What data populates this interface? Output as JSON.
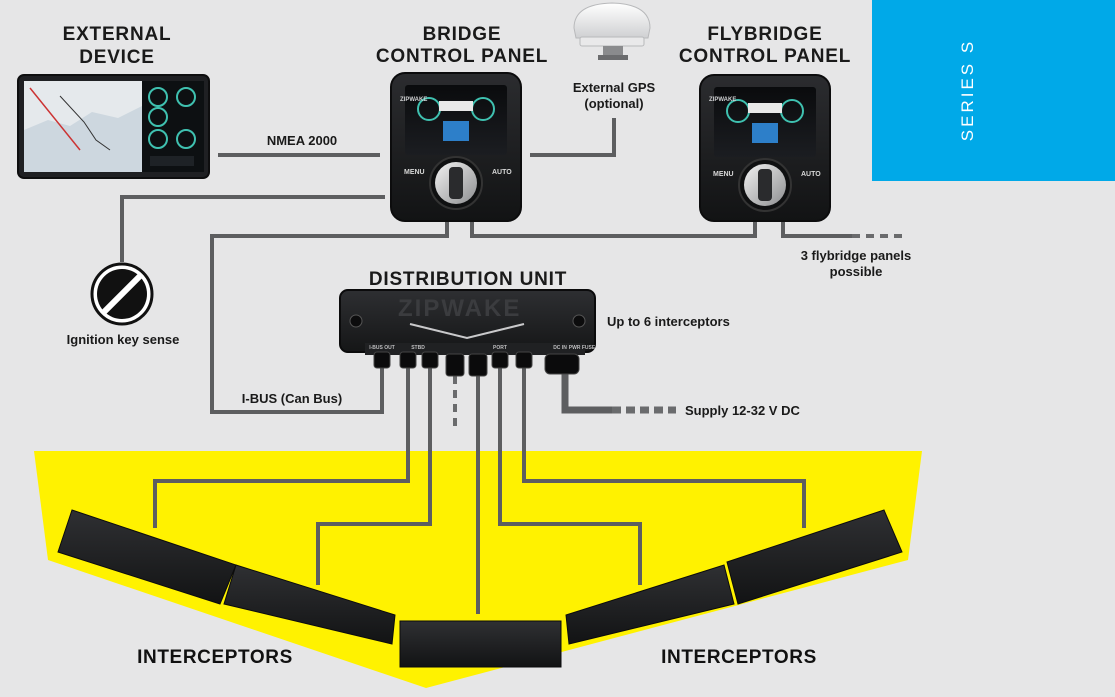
{
  "labels": {
    "external_device_line1": "EXTERNAL",
    "external_device_line2": "DEVICE",
    "bridge_line1": "BRIDGE",
    "bridge_line2": "CONTROL PANEL",
    "flybridge_line1": "FLYBRIDGE",
    "flybridge_line2": "CONTROL PANEL",
    "gps_line1": "External GPS",
    "gps_line2": "(optional)",
    "nmea": "NMEA 2000",
    "ignition": "Ignition key sense",
    "distribution_unit": "DISTRIBUTION UNIT",
    "up_to_six": "Up to 6 interceptors",
    "flybridge_panels_line1": "3 flybridge panels",
    "flybridge_panels_line2": "possible",
    "ibus": "I-BUS (Can Bus)",
    "supply": "Supply 12-32 V DC",
    "interceptors_left": "INTERCEPTORS",
    "interceptors_right": "INTERCEPTORS"
  },
  "series_tab": {
    "text": "SERIES S",
    "color": "#00a9e8"
  },
  "device_text": {
    "brand": "ZIPWAKE",
    "menu": "MENU",
    "auto": "AUTO",
    "unit_port_labels": [
      "I-BUS OUT",
      "STBD",
      "PORT",
      "DC IN",
      "PWR FUSE"
    ]
  },
  "colors": {
    "hull": "#fff200",
    "wire": "#5d5e60",
    "background": "#e6e6e7",
    "device_body": "#1e1f21"
  }
}
